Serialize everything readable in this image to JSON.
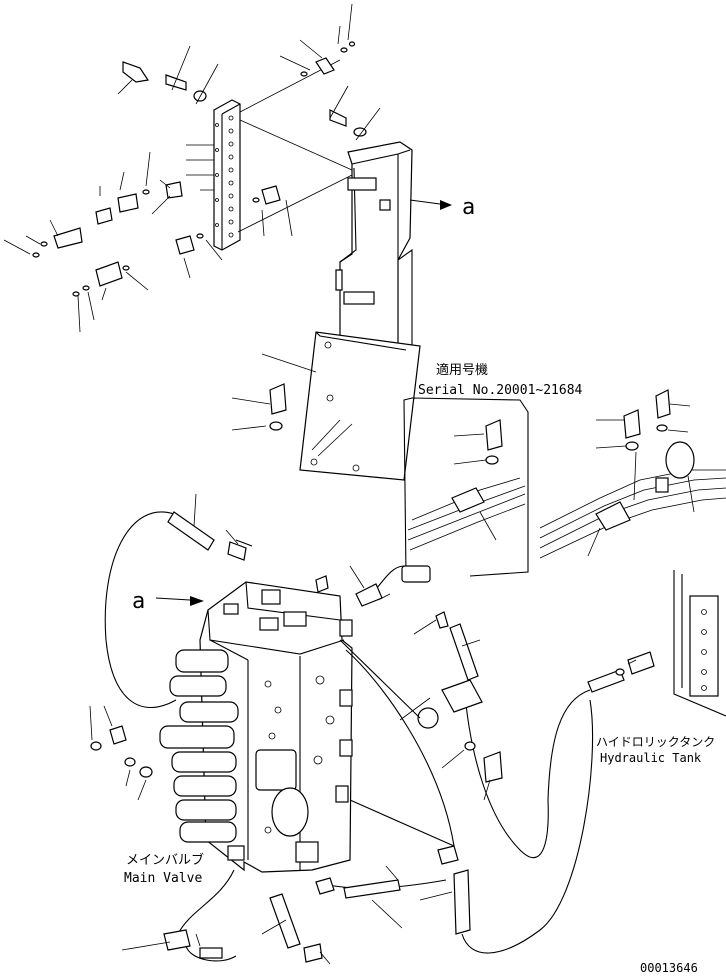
{
  "labels": {
    "marker_a_top": "a",
    "marker_a_left": "a",
    "serial_jp": "適用号機",
    "serial_no": "Serial No.20001~21684",
    "tank_jp": "ハイドロリックタンク",
    "tank_en": "Hydraulic Tank",
    "valve_jp": "メインバルブ",
    "valve_en": "Main Valve",
    "drawing_no": "00013646"
  }
}
